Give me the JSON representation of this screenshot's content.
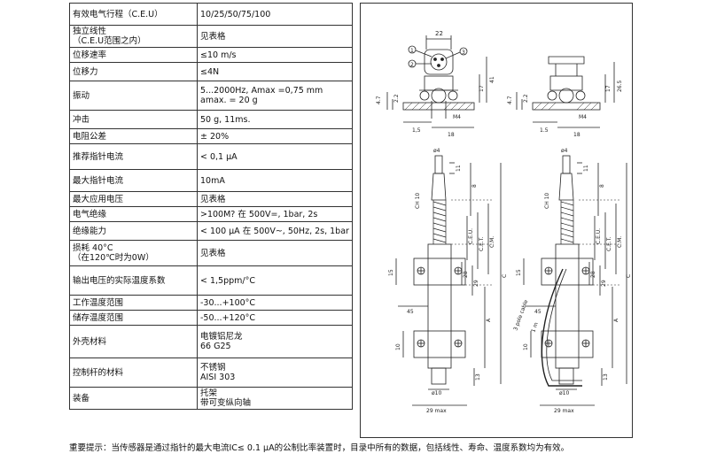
{
  "spec_rows": [
    {
      "label": [
        "有效电气行程（C.E.U）"
      ],
      "value": [
        "10/25/50/75/100"
      ]
    },
    {
      "label": [
        "独立线性",
        "（C.E.U范围之内）"
      ],
      "value": [
        "见表格"
      ]
    },
    {
      "label": [
        "位移速率"
      ],
      "value": [
        "≤10 m/s"
      ]
    },
    {
      "label": [
        "位移力"
      ],
      "value": [
        "≤4N"
      ]
    },
    {
      "label": [
        "振动"
      ],
      "value": [
        "5...2000Hz, Amax =0,75 mm",
        "amax. = 20 g"
      ]
    },
    {
      "label": [
        "冲击"
      ],
      "value": [
        "50 g, 11ms."
      ]
    },
    {
      "label": [
        "电阻公差"
      ],
      "value": [
        "± 20%"
      ]
    },
    {
      "label": [
        "推荐指针电流"
      ],
      "value": [
        "< 0,1 μA"
      ]
    },
    {
      "label": [
        "最大指针电流"
      ],
      "value": [
        "10mA"
      ]
    },
    {
      "label": [
        "最大应用电压"
      ],
      "value": [
        "见表格"
      ]
    },
    {
      "label": [
        "电气绝缘"
      ],
      "value": [
        ">100M? 在 500V=, 1bar, 2s"
      ]
    },
    {
      "label": [
        "绝缘能力"
      ],
      "value": [
        "< 100 μA 在 500V~, 50Hz, 2s, 1bar"
      ]
    },
    {
      "label": [
        "损耗 40°C",
        "（在120℃时为0W）"
      ],
      "value": [
        "见表格"
      ]
    },
    {
      "label": [
        "输出电压的实际温度系数"
      ],
      "value": [
        "< 1,5ppm/°C"
      ]
    },
    {
      "label": [
        "工作温度范围"
      ],
      "value": [
        "-30...+100°C"
      ]
    },
    {
      "label": [
        "储存温度范围"
      ],
      "value": [
        "-50...+120°C"
      ]
    },
    {
      "label": [
        "外壳材料"
      ],
      "value": [
        "电镀铝尼龙",
        "66 G25"
      ]
    },
    {
      "label": [
        "控制杆的材料"
      ],
      "value": [
        "不锈钢",
        "AISI 303"
      ]
    },
    {
      "label": [
        "装备"
      ],
      "value": [
        "托架",
        "带可变纵向轴"
      ]
    }
  ],
  "note": "重要提示：当传感器是通过指针的最大电流IC≤ 0.1 μA的公制比率装置时，目录中所有的数据，包括线性、寿命、温度系数均为有效。",
  "drawing": {
    "top_left": {
      "d22": "22",
      "d4_7": "4.7",
      "d2_2": "2.2",
      "d1_5": "1,5",
      "d18": "18",
      "m4": "M4",
      "d17": "17",
      "d41": "41",
      "pin1": "1",
      "pin2": "2",
      "pin3": "3"
    },
    "top_right": {
      "d4_7": "4.7",
      "d2_2": "2.2",
      "d17": "17",
      "d26_5": "26.5",
      "d1_5": "1.5",
      "d18": "18",
      "m4": "M4"
    },
    "side_left": {
      "phi4": "ø4",
      "d11": "11",
      "d8": "8",
      "ch10": "CH 10",
      "ceu": "C.E.U.",
      "cet": "C.E.T.",
      "cm": "C.M.",
      "d29": "29",
      "d28": "28",
      "c": "C",
      "a": "A",
      "d45": "45",
      "d15": "15",
      "d10": "10",
      "d13": "13",
      "phi10": "ø10",
      "d29max": "29 max"
    },
    "side_right": {
      "phi4": "ø4",
      "d11": "11",
      "d8": "8",
      "ch10": "CH 10",
      "ceu": "C.E.U.",
      "cet": "C.E.T.",
      "cm": "C.M.",
      "d29": "29",
      "d28": "28",
      "c": "C",
      "a": "A",
      "d45": "45",
      "d15": "15",
      "d10": "10",
      "d13": "13",
      "phi10": "ø10",
      "d29max": "29 max",
      "cable": "3 pole cable",
      "len": "1 m"
    }
  }
}
